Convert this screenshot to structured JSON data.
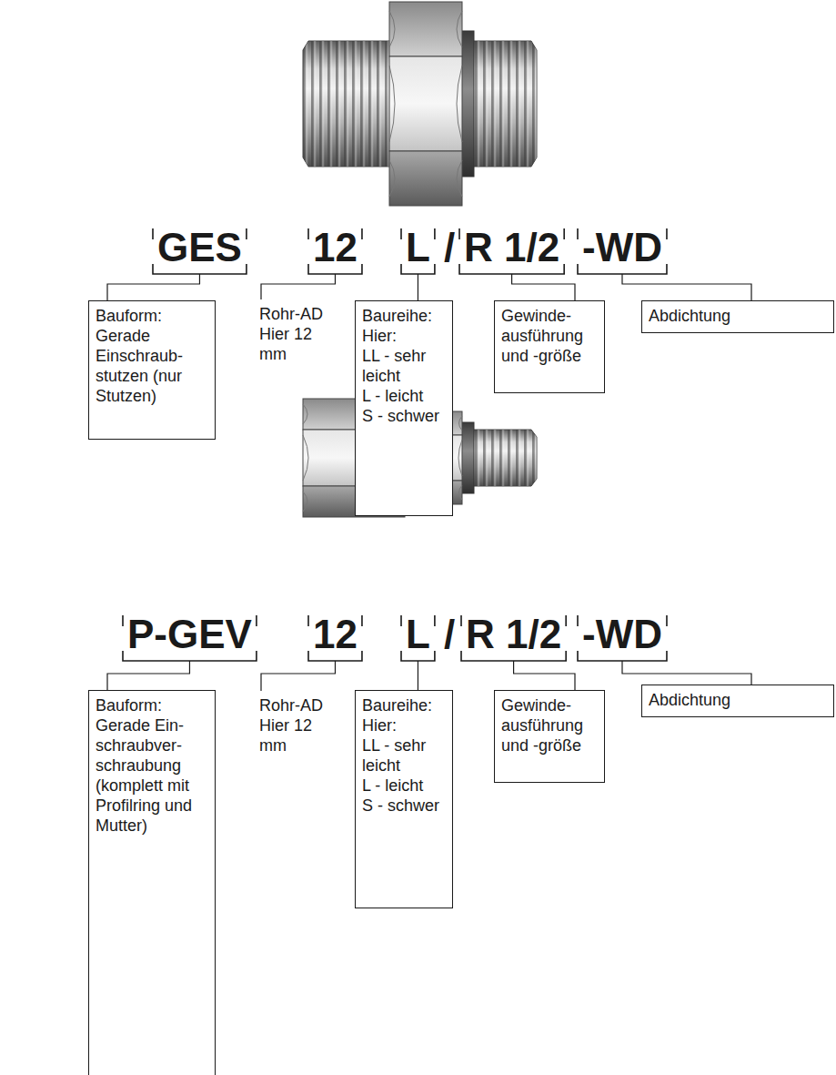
{
  "diagram": {
    "nodes": [
      {
        "text": [
          "Bauform: Gerade Einschraub- stutzen (nur Stutzen)"
        ]
      },
      {
        "text": [
          "Baureihe: Hier:",
          "LL - sehr leicht",
          "L - leicht",
          "S - schwer"
        ]
      },
      {
        "text": [
          "Gewinde- ausführung und -größe"
        ]
      },
      {
        "text": [
          "Abdichtung"
        ]
      },
      {
        "text": [
          "Bauform: Gerade Ein- schraubver- schraubung (komplett mit Profilring und Mutter)"
        ]
      },
      {
        "text": [
          "Baureihe: Hier:",
          "LL - sehr leicht",
          "L - leicht",
          "S - schwer"
        ]
      },
      {
        "text": [
          "Gewinde- ausführung und -größe"
        ]
      },
      {
        "text": [
          "Abdichtung"
        ]
      }
    ],
    "labels": [
      "GES",
      "12",
      "L",
      "/",
      "R 1/2",
      "-WD",
      "Rohr-AD Hier 12 mm",
      "P-GEV",
      "12",
      "L",
      "/",
      "R 1/2",
      "-WD",
      "Rohr-AD Hier 12 mm"
    ]
  }
}
